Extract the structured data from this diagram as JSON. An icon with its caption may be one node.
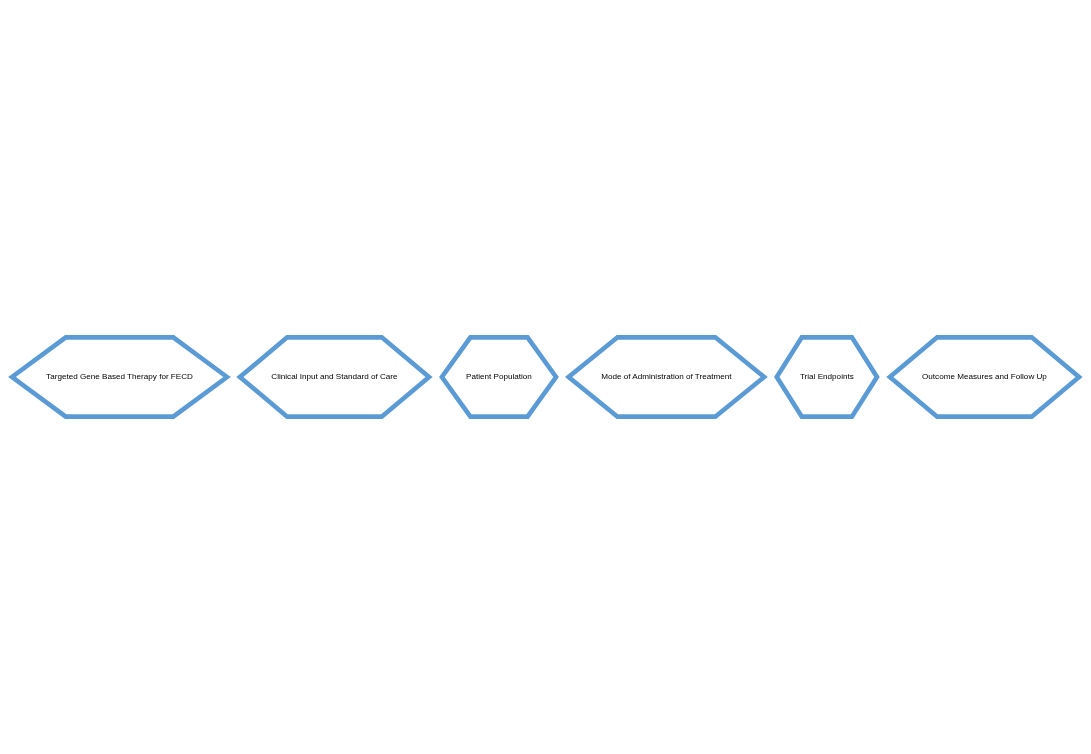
{
  "diagram": {
    "nodes": [
      {
        "text": [
          "Targeted Gene Based Therapy for FECD"
        ]
      },
      {
        "text": [
          "Clinical Input and Standard of Care"
        ]
      },
      {
        "text": [
          "Patient Population"
        ]
      },
      {
        "text": [
          "Mode of Administration of Treatment"
        ]
      },
      {
        "text": [
          "Trial Endpoints"
        ]
      },
      {
        "text": [
          "Outcome Measures and Follow Up"
        ]
      }
    ]
  }
}
